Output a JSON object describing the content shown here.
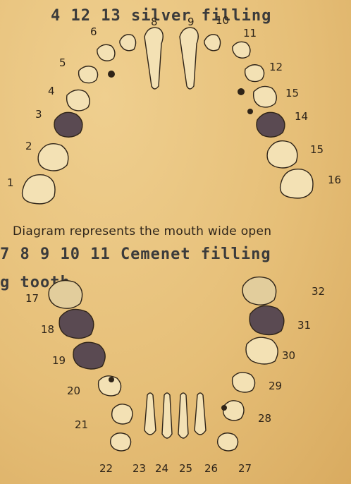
{
  "typed_upper": "4 12 13 silver filling",
  "typed_lower": "7 8 9 10 11 Cemenet filling",
  "typed_partial": "g tooth",
  "caption": "Diagram represents the mouth wide open",
  "upper_numbers": [
    "1",
    "2",
    "3",
    "4",
    "5",
    "6",
    "8",
    "9",
    "10",
    "11",
    "12",
    "15",
    "14",
    "15",
    "16"
  ],
  "lower_numbers": [
    "17",
    "18",
    "19",
    "20",
    "21",
    "22",
    "23",
    "24",
    "25",
    "26",
    "27",
    "28",
    "29",
    "30",
    "31",
    "32"
  ],
  "colors": {
    "paper": "#e9c47e",
    "ink": "#2f2418",
    "shade": "#4a3d44"
  }
}
